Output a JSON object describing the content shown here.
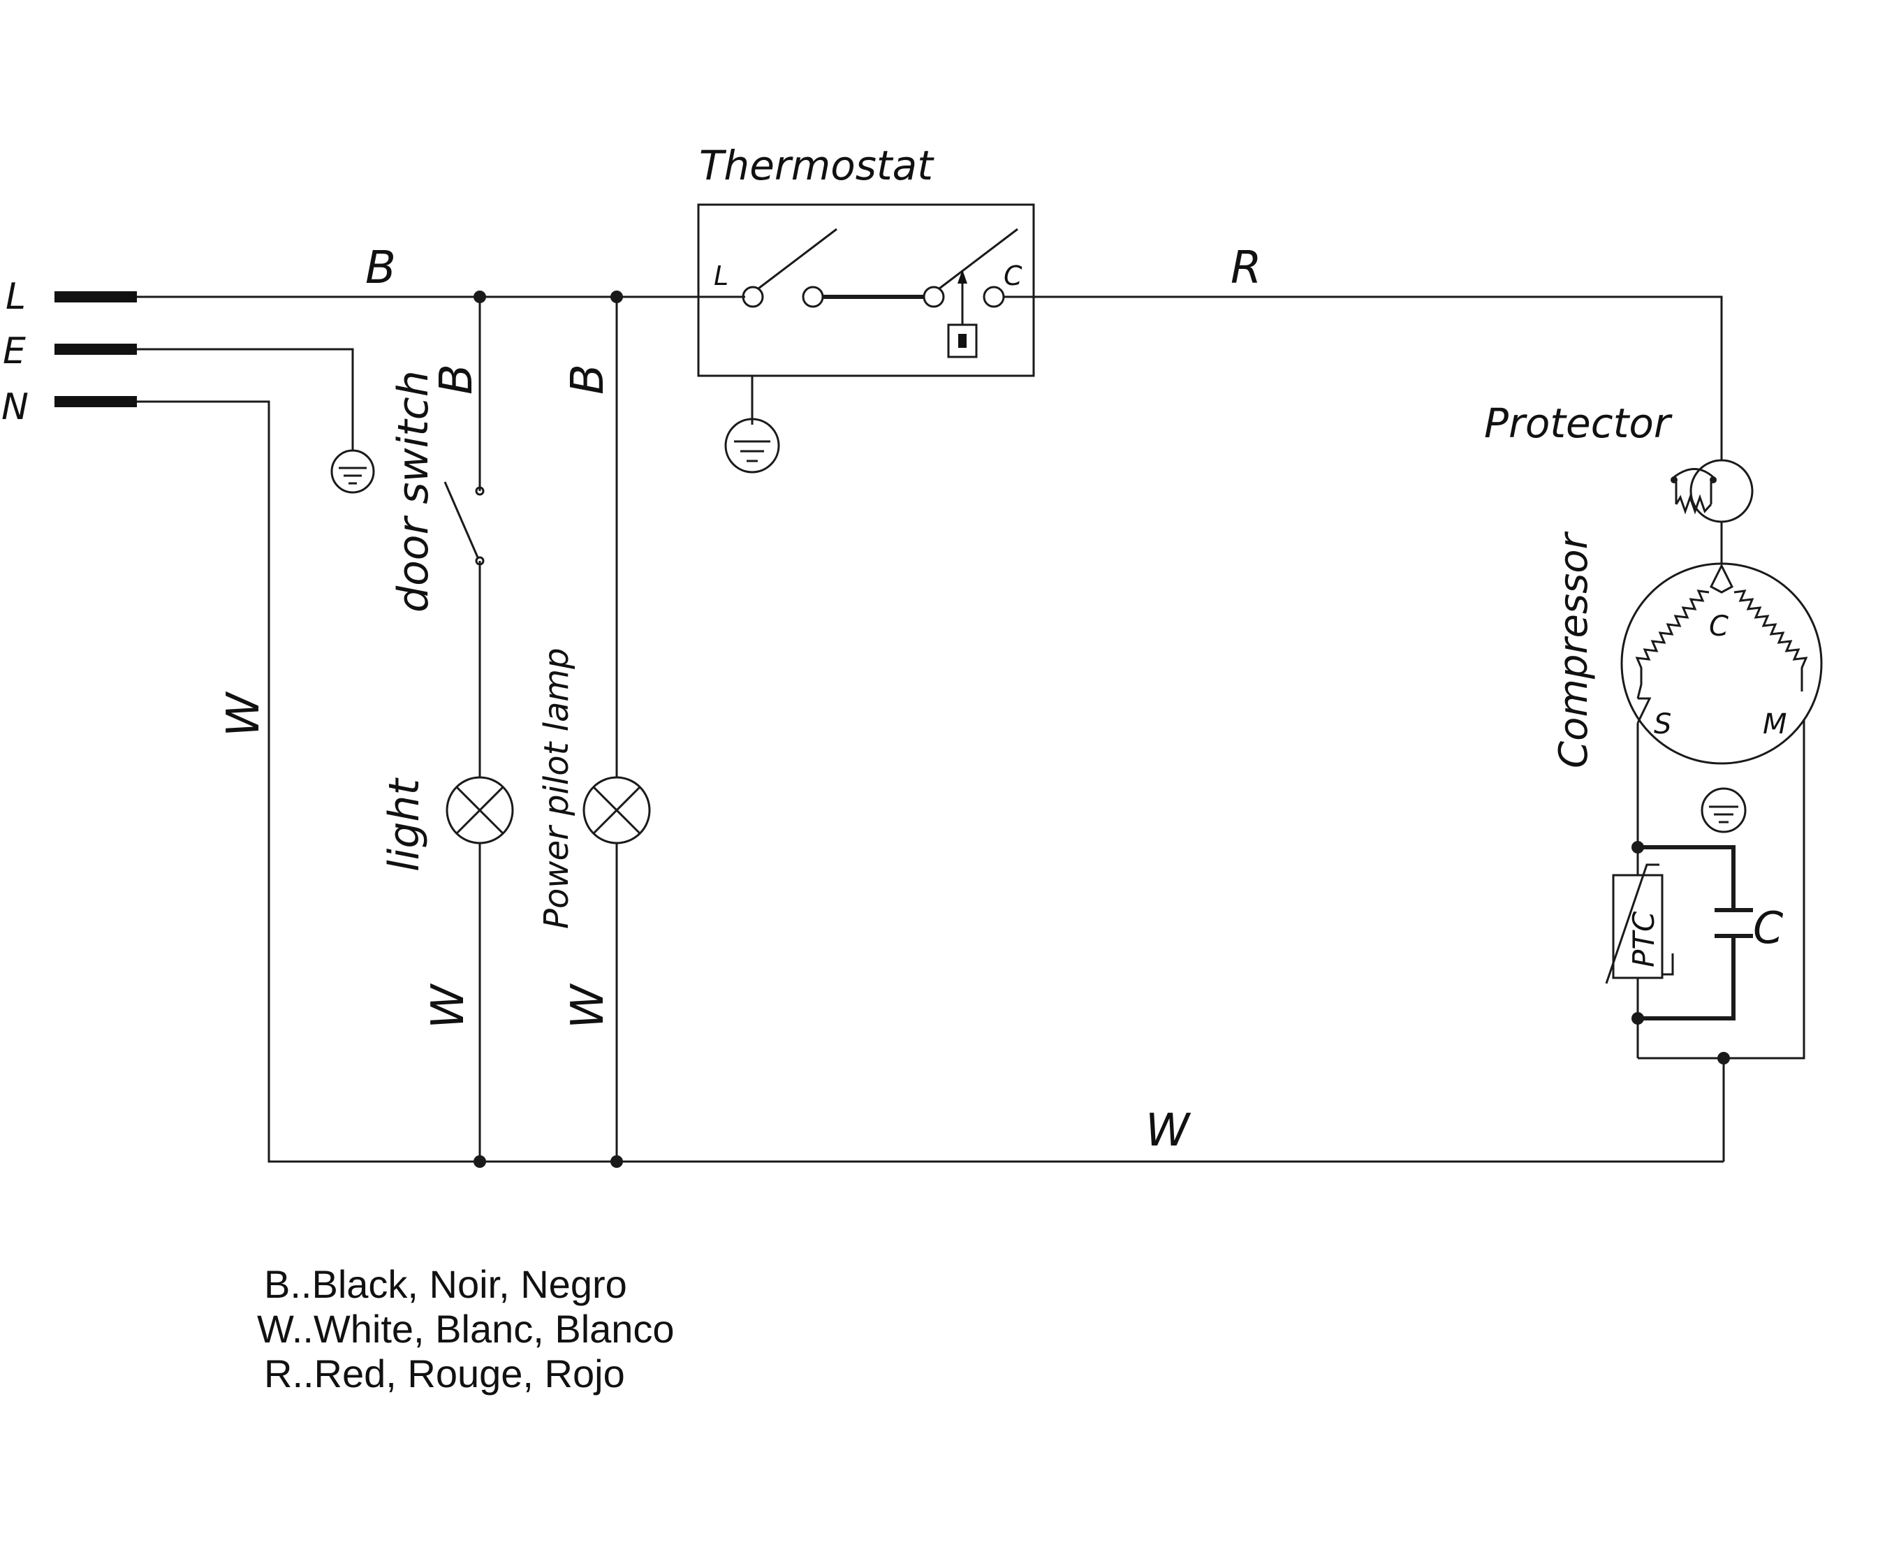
{
  "terminals": {
    "line": "L",
    "earth": "E",
    "neutral": "N"
  },
  "wire_labels": {
    "top_black": "B",
    "door_switch_black": "B",
    "pilot_black": "B",
    "neutral_white": "W",
    "light_white": "W",
    "pilot_white": "W",
    "bottom_white": "W",
    "red": "R"
  },
  "components": {
    "thermostat": "Thermostat",
    "thermostat_in": "L",
    "thermostat_out": "C",
    "protector": "Protector",
    "compressor": "Compressor",
    "compressor_common": "C",
    "compressor_start": "S",
    "compressor_main": "M",
    "door_switch": "door switch",
    "light": "light",
    "pilot_lamp": "Power pilot lamp",
    "ptc": "PTC",
    "capacitor": "C"
  },
  "legend": [
    "B..Black, Noir, Negro",
    "W..White, Blanc, Blanco",
    "R..Red, Rouge, Rojo"
  ]
}
